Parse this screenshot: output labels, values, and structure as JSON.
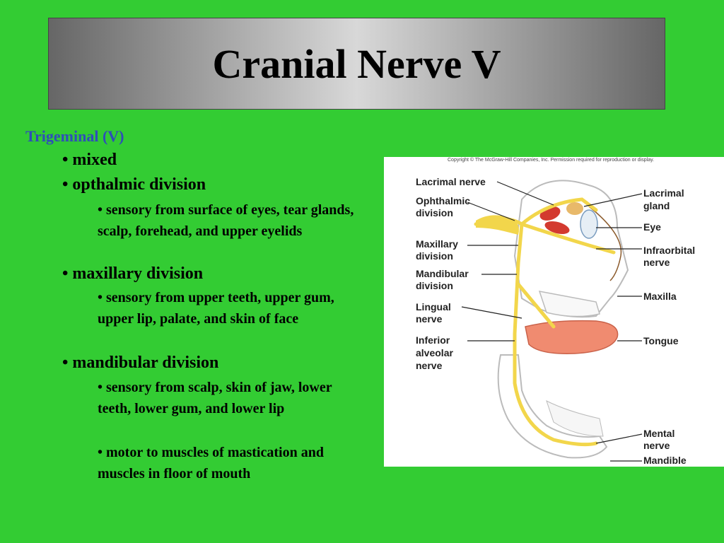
{
  "title": "Cranial Nerve V",
  "heading": "Trigeminal (V)",
  "bullets": {
    "b1": "• mixed",
    "b2": "• opthalmic division",
    "b2_sub1": "• sensory from surface of eyes, tear glands, scalp, forehead, and upper eyelids",
    "b3": "• maxillary division",
    "b3_sub1": "• sensory from upper teeth, upper gum, upper lip, palate, and skin of face",
    "b4": "• mandibular division",
    "b4_sub1": "• sensory from scalp, skin of jaw, lower teeth, lower gum, and lower lip",
    "b4_sub2": "• motor to muscles of mastication and muscles in floor of mouth"
  },
  "figure": {
    "copyright": "Copyright © The McGraw-Hill Companies, Inc. Permission required for reproduction or display.",
    "left_labels": {
      "lacrimal_nerve": "Lacrimal nerve",
      "ophthalmic_1": "Ophthalmic",
      "ophthalmic_2": "division",
      "maxillary_1": "Maxillary",
      "maxillary_2": "division",
      "mandibular_1": "Mandibular",
      "mandibular_2": "division",
      "lingual_1": "Lingual",
      "lingual_2": "nerve",
      "inferior_1": "Inferior",
      "inferior_2": "alveolar",
      "inferior_3": "nerve"
    },
    "right_labels": {
      "lacrimal_gland_1": "Lacrimal",
      "lacrimal_gland_2": "gland",
      "eye": "Eye",
      "infraorbital_1": "Infraorbital",
      "infraorbital_2": "nerve",
      "maxilla": "Maxilla",
      "tongue": "Tongue",
      "mental_1": "Mental",
      "mental_2": "nerve",
      "mandible": "Mandible"
    },
    "colors": {
      "nerve": "#f2d64b",
      "bone": "#ffffff",
      "tongue": "#f08b70",
      "muscle": "#d33a2f"
    }
  }
}
